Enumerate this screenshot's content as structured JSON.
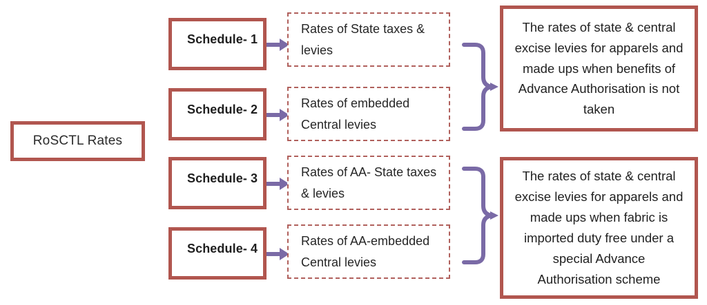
{
  "diagram": {
    "title": "RoSCTL Rates schedule structure",
    "colors": {
      "box_border_red": "#b1564f",
      "dashed_border_red": "#b0605c",
      "connector_purple": "#7a6aa6",
      "text_dark": "#222222",
      "background": "#ffffff"
    },
    "root": {
      "label": "RoSCTL Rates"
    },
    "schedules": [
      {
        "label": "Schedule- 1",
        "detail": "Rates of State taxes & levies"
      },
      {
        "label": "Schedule- 2",
        "detail": "Rates of embedded Central levies"
      },
      {
        "label": "Schedule- 3",
        "detail": "Rates of AA- State taxes & levies"
      },
      {
        "label": "Schedule- 4",
        "detail": "Rates of AA-embedded Central levies"
      }
    ],
    "outcomes": [
      {
        "text": "The rates of state & central excise levies for apparels and made ups when benefits of Advance Authorisation is not taken",
        "groups": [
          "Schedule- 1",
          "Schedule- 2"
        ]
      },
      {
        "text": "The rates of state & central excise levies for apparels and made ups when fabric is imported duty free under a special Advance Authorisation scheme",
        "groups": [
          "Schedule- 3",
          "Schedule- 4"
        ]
      }
    ]
  }
}
